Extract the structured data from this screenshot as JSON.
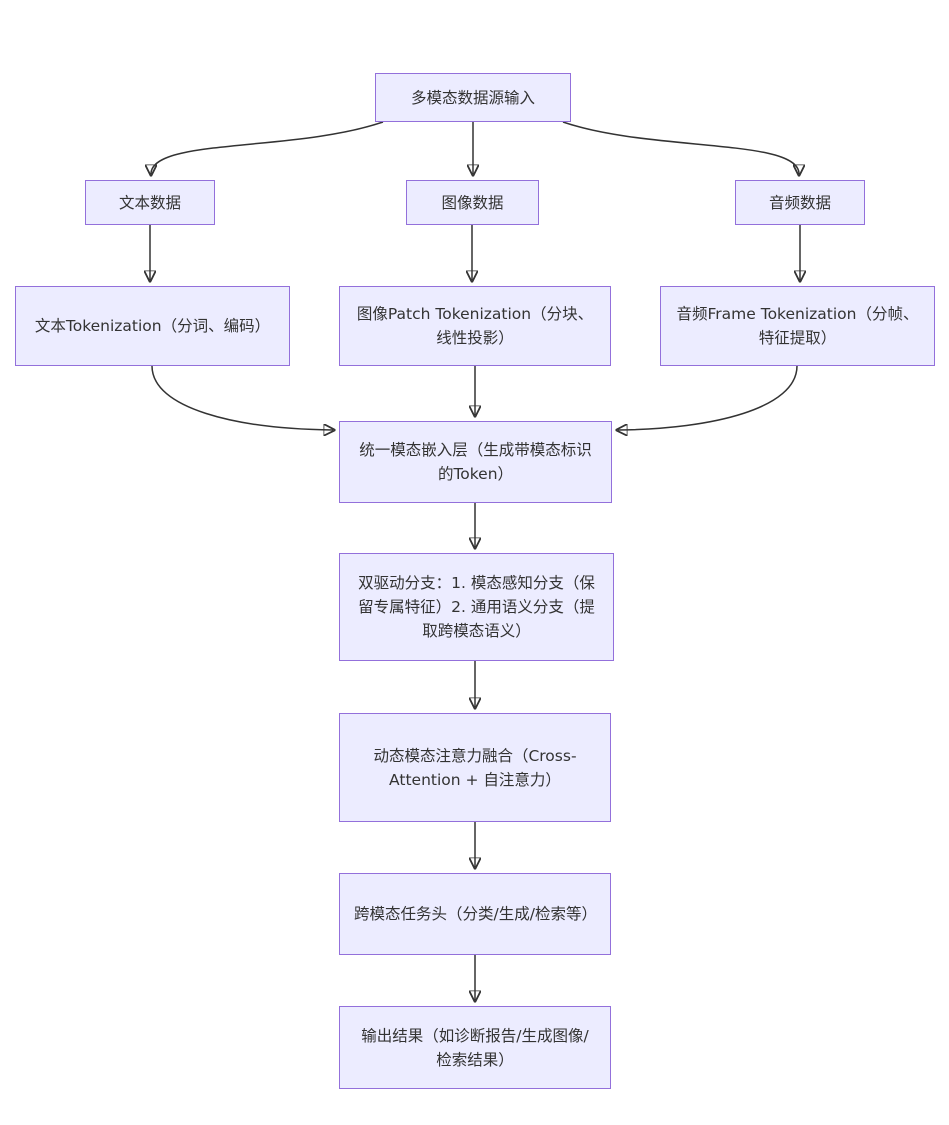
{
  "diagram": {
    "type": "flowchart",
    "direction": "top-down",
    "background": "#ffffff",
    "node_style": {
      "fill": "#ECECFF",
      "border": "#9370DB",
      "text_color": "#333333"
    },
    "edge_style": {
      "stroke": "#333333",
      "arrowhead": "#333333"
    },
    "nodes": [
      {
        "id": "A",
        "label": "多模态数据源输入"
      },
      {
        "id": "B",
        "label": "文本数据"
      },
      {
        "id": "C",
        "label": "图像数据"
      },
      {
        "id": "D",
        "label": "音频数据"
      },
      {
        "id": "E",
        "label": "文本Tokenization（分词、编码）"
      },
      {
        "id": "F",
        "label": "图像Patch Tokenization（分块、线性投影）"
      },
      {
        "id": "G",
        "label": "音频Frame Tokenization（分帧、特征提取）"
      },
      {
        "id": "H",
        "label": "统一模态嵌入层（生成带模态标识的Token）"
      },
      {
        "id": "I",
        "label": "双驱动分支：1. 模态感知分支（保留专属特征）2. 通用语义分支（提取跨模态语义）"
      },
      {
        "id": "J",
        "label": "动态模态注意力融合（Cross-Attention + 自注意力）"
      },
      {
        "id": "K",
        "label": "跨模态任务头（分类/生成/检索等）"
      },
      {
        "id": "L",
        "label": "输出结果（如诊断报告/生成图像/检索结果）"
      }
    ],
    "edges": [
      {
        "from": "A",
        "to": "B"
      },
      {
        "from": "A",
        "to": "C"
      },
      {
        "from": "A",
        "to": "D"
      },
      {
        "from": "B",
        "to": "E"
      },
      {
        "from": "C",
        "to": "F"
      },
      {
        "from": "D",
        "to": "G"
      },
      {
        "from": "E",
        "to": "H"
      },
      {
        "from": "F",
        "to": "H"
      },
      {
        "from": "G",
        "to": "H"
      },
      {
        "from": "H",
        "to": "I"
      },
      {
        "from": "I",
        "to": "J"
      },
      {
        "from": "J",
        "to": "K"
      },
      {
        "from": "K",
        "to": "L"
      }
    ]
  }
}
